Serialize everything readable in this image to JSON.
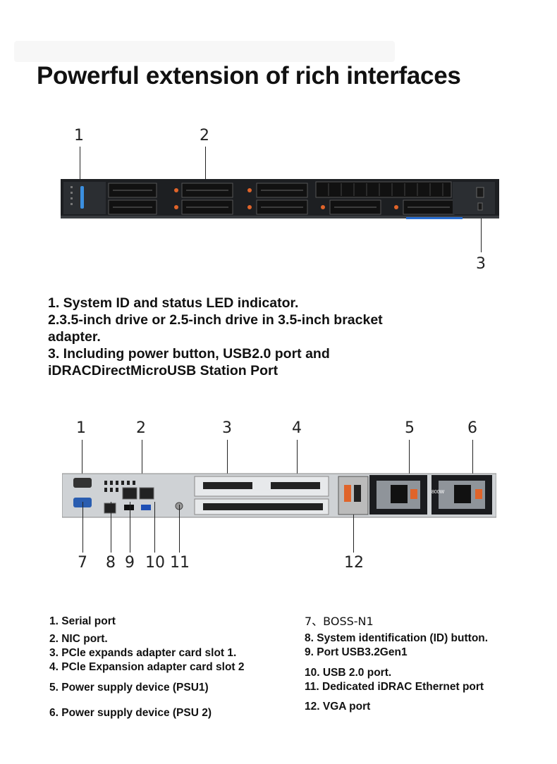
{
  "title": "Powerful extension of rich interfaces",
  "front": {
    "callouts": [
      "1",
      "2",
      "3"
    ],
    "descriptions": [
      "1. System ID and status LED indicator.",
      "2.3.5-inch drive or 2.5-inch drive in 3.5-inch bracket",
      "adapter.",
      "3. Including power button, USB2.0 port and",
      "iDRACDirectMicroUSB Station Port"
    ]
  },
  "rear": {
    "top_callouts": [
      "1",
      "2",
      "3",
      "4",
      "5",
      "6"
    ],
    "bottom_callouts": [
      "7",
      "8",
      "9",
      "10",
      "11",
      "12"
    ],
    "psu_rating": "800W",
    "left_list": [
      "1. Serial port",
      "2. NIC port.",
      "3. PCle expands adapter card slot 1.",
      "4. PCle Expansion adapter card slot 2",
      "5. Power supply device (PSU1)",
      "6. Power supply device (PSU 2)"
    ],
    "right_list": [
      "7、BOSS-N1",
      "8. System identification (ID) button.",
      "9. Port USB3.2Gen1",
      "10. USB 2.0 port.",
      "11. Dedicated iDRAC Ethernet port",
      "12. VGA port"
    ]
  }
}
